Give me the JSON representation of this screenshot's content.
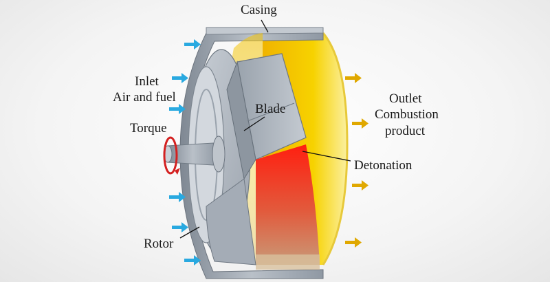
{
  "labels": {
    "casing": "Casing",
    "inlet": "Inlet",
    "air_and_fuel": "Air and fuel",
    "torque": "Torque",
    "blade": "Blade",
    "outlet": "Outlet",
    "combustion": "Combustion",
    "product": "product",
    "detonation": "Detonation",
    "rotor": "Rotor"
  },
  "colors": {
    "inlet_arrow": "#29a9e0",
    "outlet_arrow": "#e0a800",
    "torque_ring": "#d42020",
    "detonation_hot": "#ff2a1a",
    "combustion_yellow": "#f5c400",
    "metal": "#aab2bd"
  },
  "icons": {
    "inlet_arrows": "arrow-right-icon",
    "outlet_arrows": "arrow-right-icon",
    "torque": "rotation-arrow-icon"
  }
}
